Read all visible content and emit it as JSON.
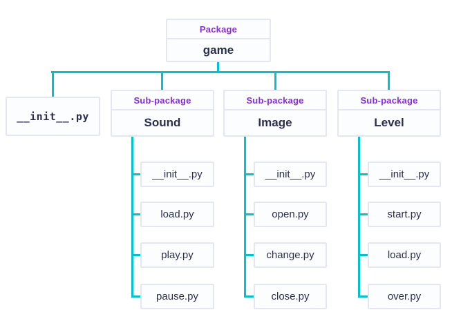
{
  "tree": {
    "root": {
      "tag": "Package",
      "name": "game"
    },
    "init_file": "__init__.py",
    "subpackages": [
      {
        "tag": "Sub-package",
        "name": "Sound",
        "files": [
          "__init__.py",
          "load.py",
          "play.py",
          "pause.py"
        ]
      },
      {
        "tag": "Sub-package",
        "name": "Image",
        "files": [
          "__init__.py",
          "open.py",
          "change.py",
          "close.py"
        ]
      },
      {
        "tag": "Sub-package",
        "name": "Level",
        "files": [
          "__init__.py",
          "start.py",
          "load.py",
          "over.py"
        ]
      }
    ]
  },
  "colors": {
    "connector": "#00c4cc",
    "tag_text": "#8a2be2",
    "label_text": "#2a2f4f",
    "box_border": "#e4e7f3",
    "box_background": "#fcfdff"
  }
}
